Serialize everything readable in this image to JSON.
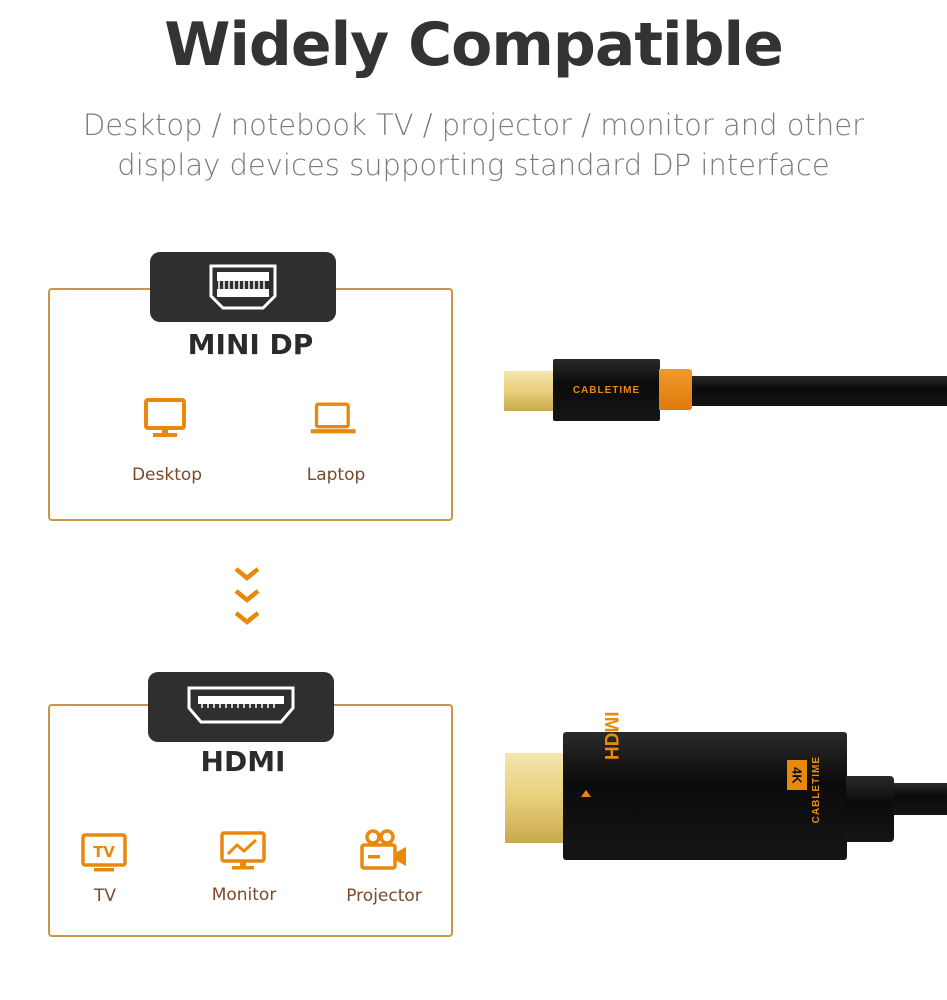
{
  "title": "Widely Compatible",
  "subtitle": [
    "Desktop / notebook TV / projector / monitor and other",
    "display devices supporting standard DP interface"
  ],
  "colors": {
    "accent": "#e8890c",
    "border": "#c8964a",
    "tab": "#2f2f2f"
  },
  "source": {
    "heading": "MINI DP",
    "icon": "mini-displayport-icon",
    "devices": [
      {
        "label": "Desktop",
        "icon": "desktop-icon"
      },
      {
        "label": "Laptop",
        "icon": "laptop-icon"
      }
    ]
  },
  "target": {
    "heading": "HDMI",
    "icon": "hdmi-port-icon",
    "devices": [
      {
        "label": "TV",
        "icon": "tv-icon"
      },
      {
        "label": "Monitor",
        "icon": "monitor-icon"
      },
      {
        "label": "Projector",
        "icon": "projector-icon"
      }
    ]
  },
  "cable": {
    "brand": "CABLETIME",
    "hdmi_logo": "HDMI",
    "badge": "4K"
  }
}
